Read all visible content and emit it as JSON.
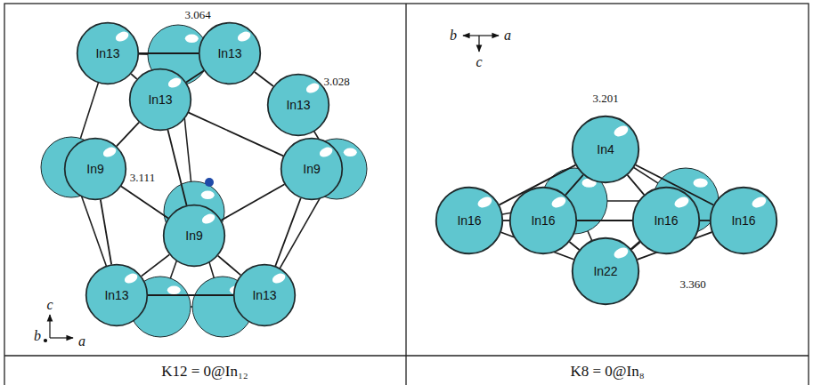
{
  "diagram": {
    "nodes": [
      {
        "text": [
          "In13"
        ]
      },
      {
        "text": [
          "In13"
        ]
      },
      {
        "text": [
          "In13"
        ]
      },
      {
        "text": [
          "In13"
        ]
      },
      {
        "text": [
          "In9"
        ]
      },
      {
        "text": [
          "In9"
        ]
      },
      {
        "text": [
          "In9"
        ]
      },
      {
        "text": [
          "In13"
        ]
      },
      {
        "text": [
          "In13"
        ]
      },
      {
        "text": [
          "In4"
        ]
      },
      {
        "text": [
          "In16"
        ]
      },
      {
        "text": [
          "In16"
        ]
      },
      {
        "text": [
          "In16"
        ]
      },
      {
        "text": [
          "In16"
        ]
      },
      {
        "text": [
          "In22"
        ]
      }
    ],
    "edges": [
      {
        "from": 0,
        "to": 1,
        "arrow": "none"
      },
      {
        "from": 0,
        "to": 2,
        "arrow": "none"
      },
      {
        "from": 1,
        "to": 2,
        "arrow": "none"
      },
      {
        "from": 1,
        "to": 3,
        "arrow": "none"
      },
      {
        "from": 2,
        "to": 4,
        "arrow": "none"
      },
      {
        "from": 2,
        "to": 5,
        "arrow": "none"
      },
      {
        "from": 2,
        "to": 6,
        "arrow": "none"
      },
      {
        "from": 4,
        "to": 6,
        "arrow": "none"
      },
      {
        "from": 5,
        "to": 6,
        "arrow": "none"
      },
      {
        "from": 4,
        "to": 7,
        "arrow": "none"
      },
      {
        "from": 5,
        "to": 8,
        "arrow": "none"
      },
      {
        "from": 6,
        "to": 7,
        "arrow": "none"
      },
      {
        "from": 6,
        "to": 8,
        "arrow": "none"
      },
      {
        "from": 7,
        "to": 8,
        "arrow": "none"
      },
      {
        "from": 9,
        "to": 10,
        "arrow": "none"
      },
      {
        "from": 9,
        "to": 11,
        "arrow": "none"
      },
      {
        "from": 9,
        "to": 12,
        "arrow": "none"
      },
      {
        "from": 9,
        "to": 13,
        "arrow": "none"
      },
      {
        "from": 10,
        "to": 11,
        "arrow": "none"
      },
      {
        "from": 11,
        "to": 12,
        "arrow": "none"
      },
      {
        "from": 12,
        "to": 13,
        "arrow": "none"
      },
      {
        "from": 10,
        "to": 14,
        "arrow": "none"
      },
      {
        "from": 11,
        "to": 14,
        "arrow": "none"
      },
      {
        "from": 12,
        "to": 14,
        "arrow": "none"
      },
      {
        "from": 13,
        "to": 14,
        "arrow": "none"
      }
    ],
    "labels": [
      "3.064",
      "3.028",
      "3.111",
      "b",
      "c",
      "a",
      "K12 = 0@In₁₂",
      "b",
      "a",
      "c",
      "3.201",
      "3.360",
      "K8 = 0@In₈"
    ]
  }
}
